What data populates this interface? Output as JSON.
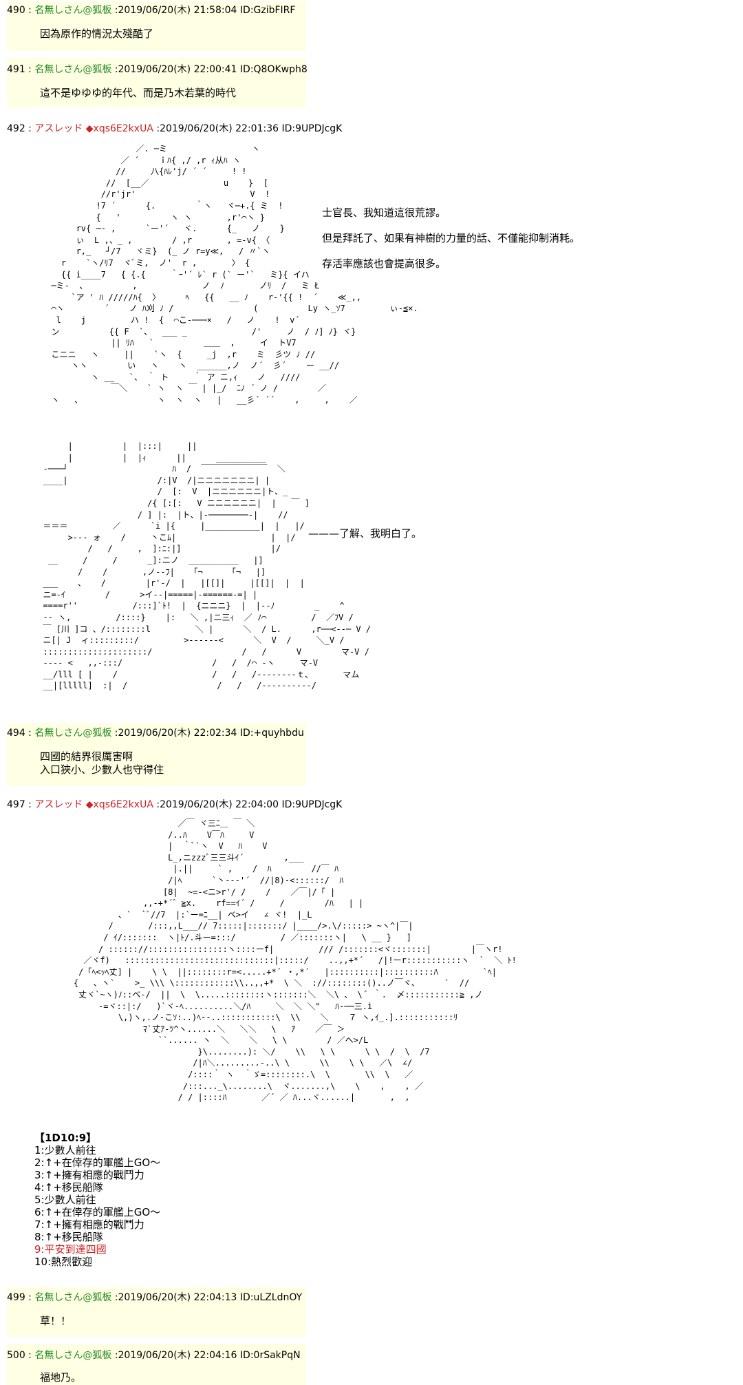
{
  "posts": [
    {
      "num": "490 :",
      "name": "名無しさん@狐板",
      "meta": ":2019/06/20(木) 21:58:04 ID:GzibFIRF",
      "lines": [
        "因為原作的情況太殘酷了"
      ]
    },
    {
      "num": "491 :",
      "name": "名無しさん@狐板",
      "meta": ":2019/06/20(木) 22:00:41 ID:Q8OKwph8",
      "lines": [
        "這不是ゆゆゆ的年代、而是乃木若葉的時代"
      ]
    },
    {
      "num": "492 :",
      "name": "アスレッド ◆xqs6E2kxUA",
      "meta": ":2019/06/20(木) 22:01:36 ID:9UPDJcgK",
      "dialog1": [
        "士官長、我知道這很荒謬。",
        "但是拜託了、如果有神樹的力量的話、不僅能抑制消耗。",
        "存活率應該也會提高很多。"
      ],
      "dialog2": "———了解、我明白了。"
    },
    {
      "num": "494 :",
      "name": "名無しさん@狐板",
      "meta": ":2019/06/20(木) 22:02:34 ID:+quyhbdu",
      "lines": [
        "四國的結界很厲害啊",
        "入口狹小、少數人也守得住"
      ]
    },
    {
      "num": "497 :",
      "name": "アスレッド ◆xqs6E2kxUA",
      "meta": ":2019/06/20(木) 22:04:00 ID:9UPDJcgK",
      "dice": {
        "title": "【1D10:9】",
        "items": [
          "1:少數人前往",
          "2:↑+在倖存的軍艦上GO～",
          "3:↑+擁有相應的戰鬥力",
          "4:↑+移民船隊",
          "5:少數人前往",
          "6:↑+在倖存的軍艦上GO～",
          "7:↑+擁有相應的戰鬥力",
          "8:↑+移民船隊",
          "9:平安到達四國",
          "10:熱烈歡迎"
        ]
      }
    },
    {
      "num": "499 :",
      "name": "名無しさん@狐板",
      "meta": ":2019/06/20(木) 22:04:13 ID:uLZLdnOY",
      "lines": [
        "草！！"
      ]
    },
    {
      "num": "500 :",
      "name": "名無しさん@狐板",
      "meta": ":2019/06/20(木) 22:04:16 ID:0rSakPqN",
      "lines": [
        "福地乃。"
      ]
    }
  ],
  "colors": {
    "name": "#228b22",
    "trip": "#cc2222",
    "post_bg": "#ffffe4",
    "highlight": "#cc2222"
  }
}
